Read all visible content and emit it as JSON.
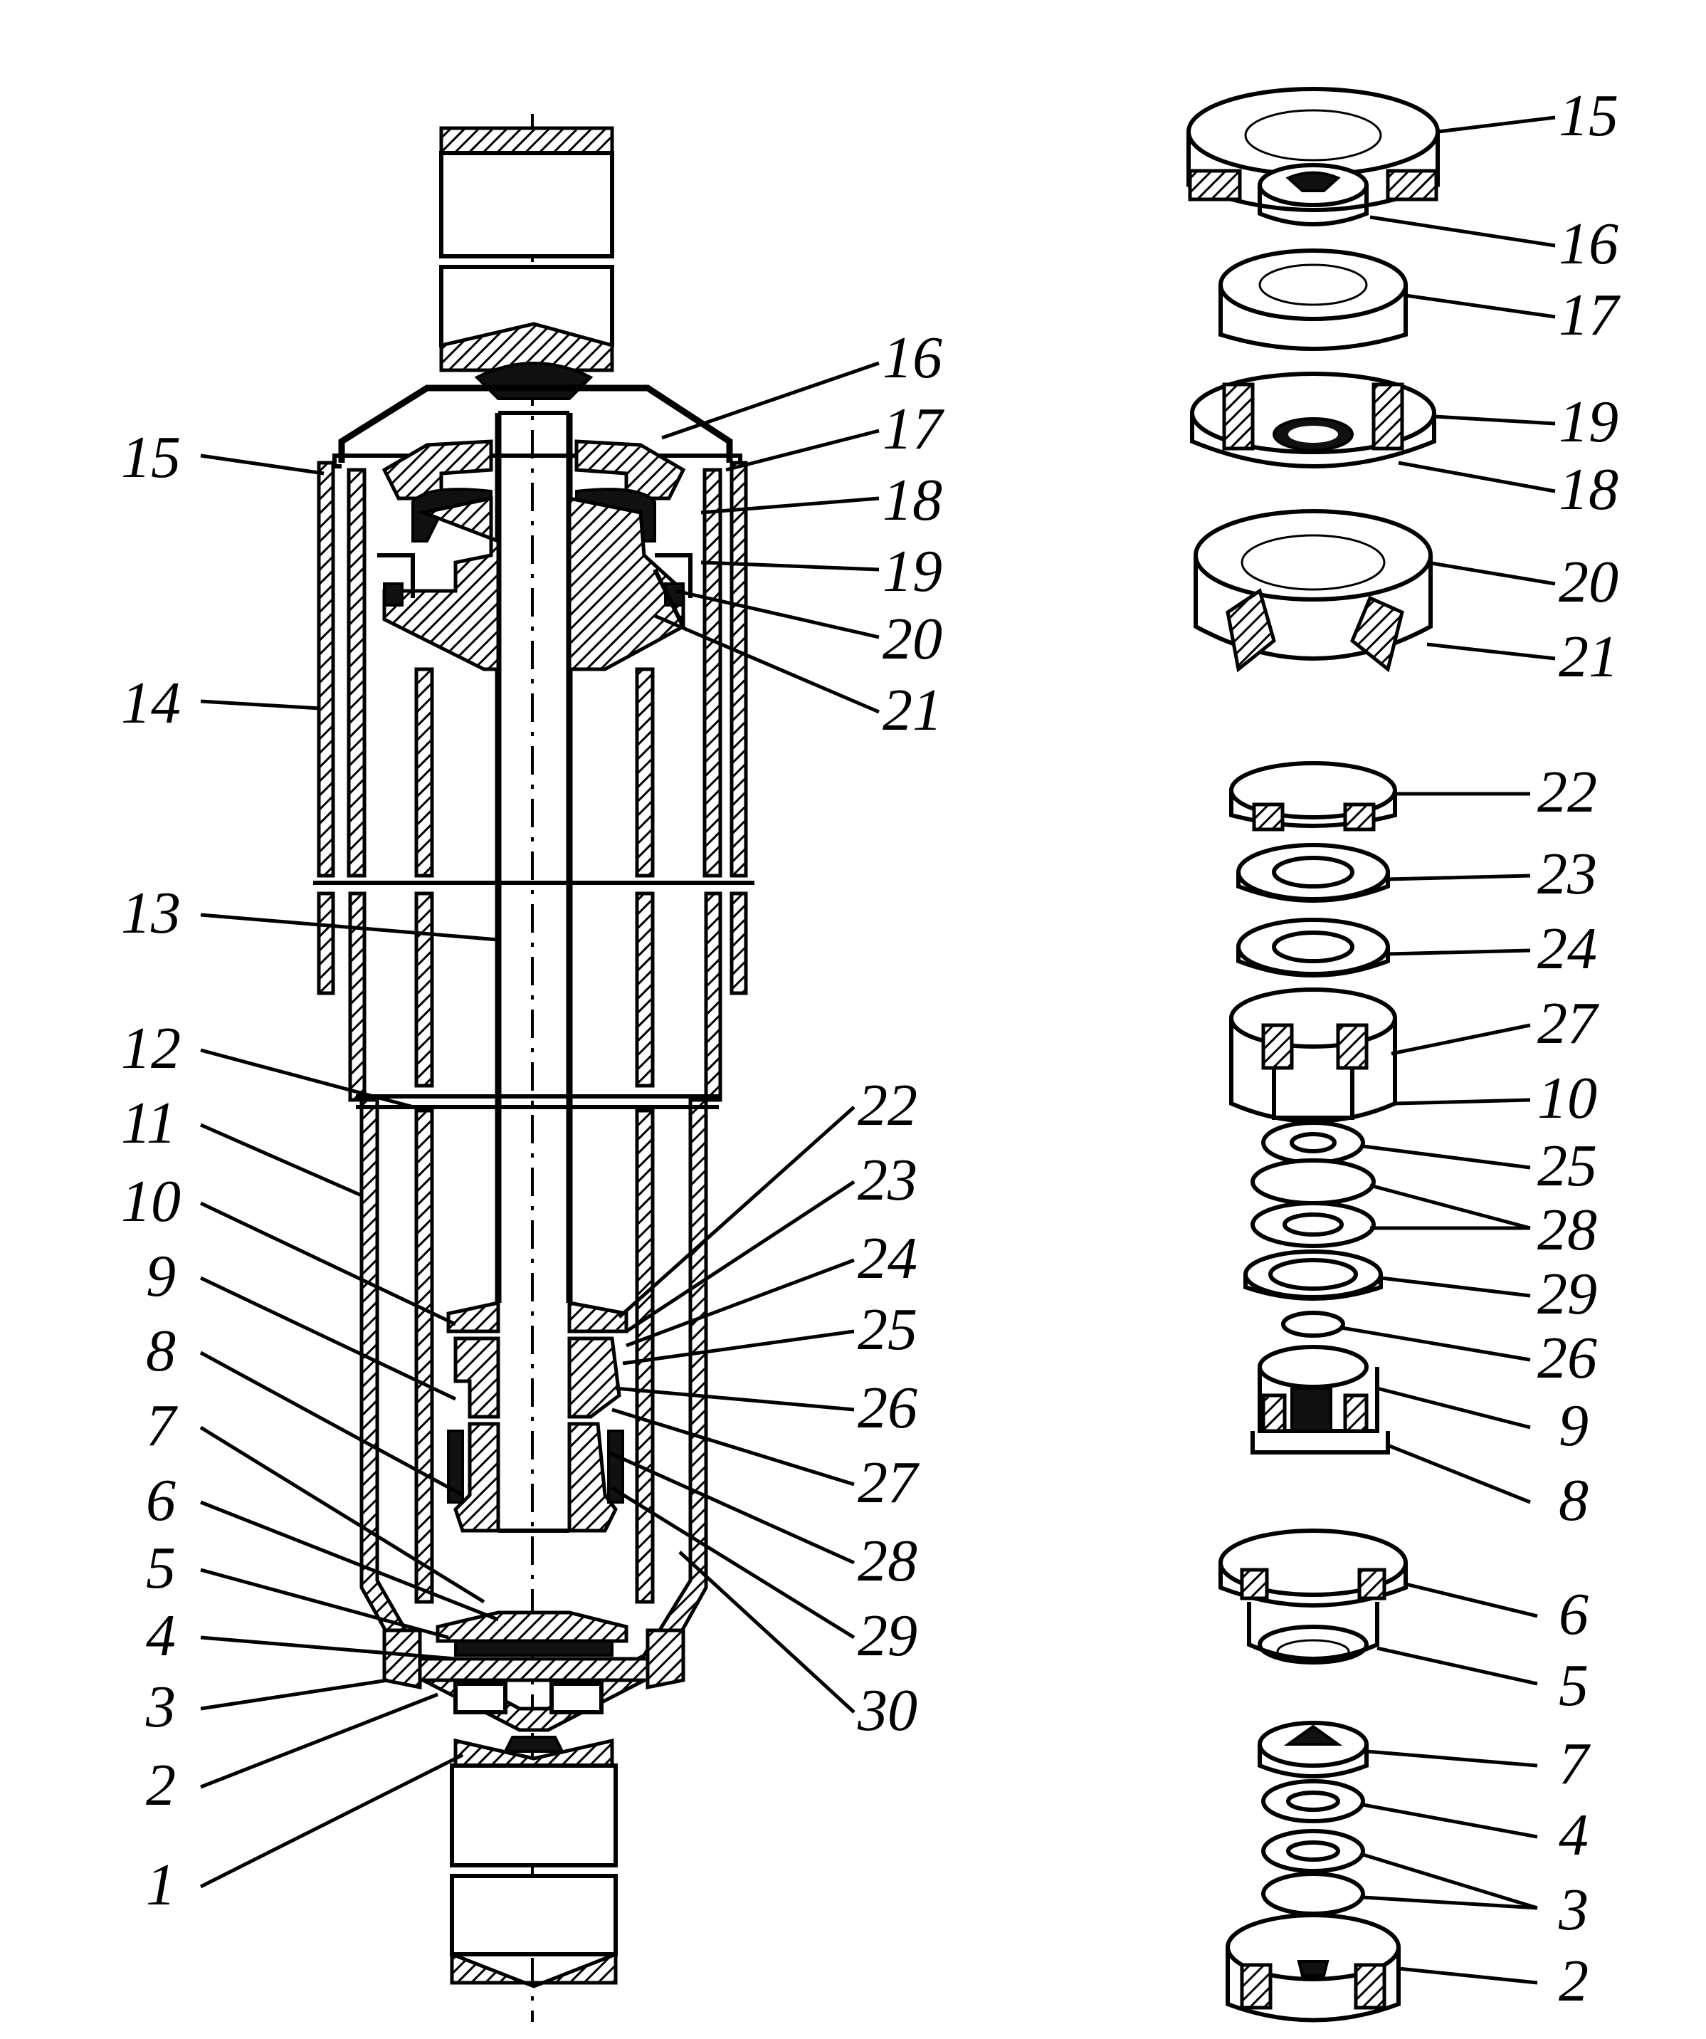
{
  "figure": {
    "callouts_main": [
      {
        "num": "16"
      },
      {
        "num": "17"
      },
      {
        "num": "18"
      },
      {
        "num": "19"
      },
      {
        "num": "20"
      },
      {
        "num": "21"
      },
      {
        "num": "15"
      },
      {
        "num": "14"
      },
      {
        "num": "13"
      },
      {
        "num": "12"
      },
      {
        "num": "11"
      },
      {
        "num": "10"
      },
      {
        "num": "9"
      },
      {
        "num": "8"
      },
      {
        "num": "7"
      },
      {
        "num": "6"
      },
      {
        "num": "5"
      },
      {
        "num": "4"
      },
      {
        "num": "3"
      },
      {
        "num": "2"
      },
      {
        "num": "1"
      },
      {
        "num": "22"
      },
      {
        "num": "23"
      },
      {
        "num": "24"
      },
      {
        "num": "25"
      },
      {
        "num": "26"
      },
      {
        "num": "27"
      },
      {
        "num": "28"
      },
      {
        "num": "29"
      },
      {
        "num": "30"
      }
    ],
    "callouts_top_exploded": [
      {
        "num": "15"
      },
      {
        "num": "16"
      },
      {
        "num": "17"
      },
      {
        "num": "19"
      },
      {
        "num": "18"
      },
      {
        "num": "20"
      },
      {
        "num": "21"
      }
    ],
    "callouts_mid_exploded": [
      {
        "num": "22"
      },
      {
        "num": "23"
      },
      {
        "num": "24"
      },
      {
        "num": "27"
      },
      {
        "num": "10"
      },
      {
        "num": "25"
      },
      {
        "num": "28"
      },
      {
        "num": "29"
      },
      {
        "num": "26"
      },
      {
        "num": "9"
      },
      {
        "num": "8"
      }
    ],
    "callouts_bottom_exploded": [
      {
        "num": "6"
      },
      {
        "num": "5"
      },
      {
        "num": "7"
      },
      {
        "num": "4"
      },
      {
        "num": "3"
      },
      {
        "num": "2"
      }
    ]
  }
}
